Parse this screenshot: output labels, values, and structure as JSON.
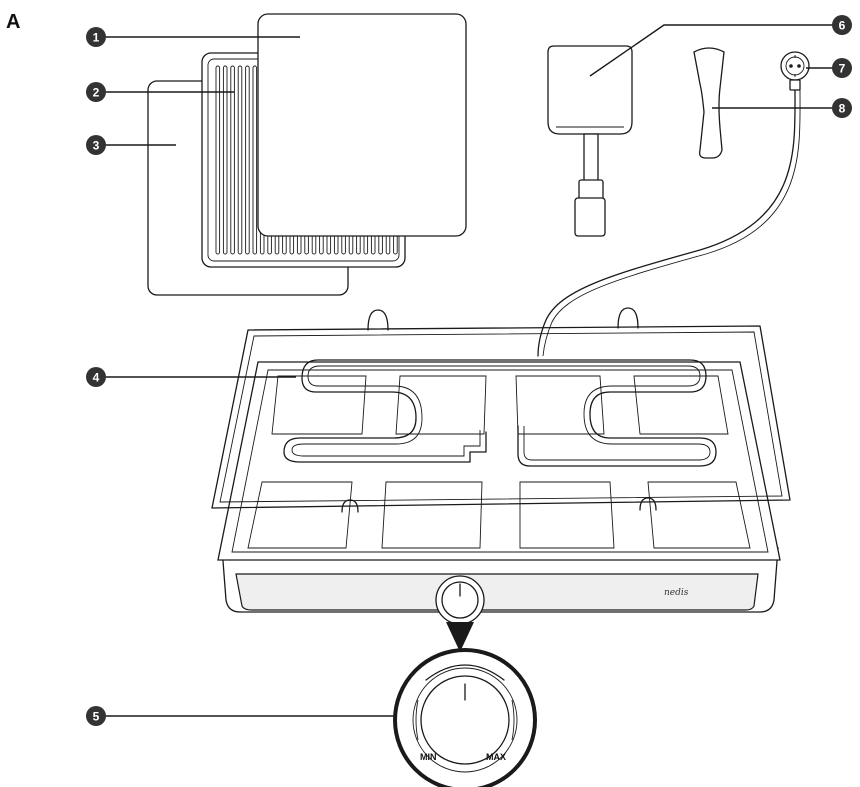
{
  "figure": {
    "letter": "A",
    "brand_mark": "nedis"
  },
  "callouts": [
    "1",
    "2",
    "3",
    "4",
    "5",
    "6",
    "7",
    "8"
  ],
  "dial": {
    "min_label": "MIN",
    "max_label": "MAX"
  },
  "colors": {
    "line": "#1a1a1a",
    "badge": "#333333",
    "badge_text": "#ffffff",
    "panel_fill": "#efefef"
  }
}
